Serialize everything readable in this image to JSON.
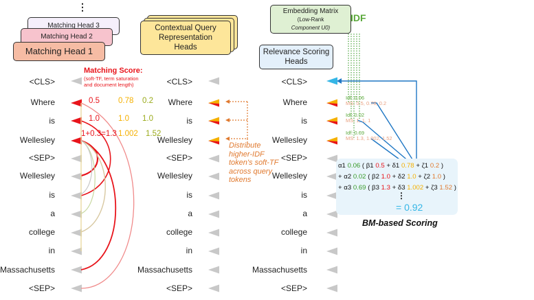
{
  "top_ellipsis": "⋮",
  "heads_left": [
    "Matching Head 3",
    "Matching Head 2",
    "Matching Head 1"
  ],
  "heads_mid": [
    "Contextual Query",
    "Representation",
    "Heads"
  ],
  "embedding": {
    "title": "Embedding Matrix",
    "sub1": "(Low-Rank",
    "sub2": "Component U0)"
  },
  "idf_label": "IDF",
  "relevance_heads": [
    "Relevance Scoring",
    "Heads"
  ],
  "tokens": [
    "<CLS>",
    "Where",
    "is",
    "Wellesley",
    "<SEP>",
    "Wellesley",
    "is",
    "a",
    "college",
    "in",
    "Massachusetts",
    "<SEP>"
  ],
  "matching_score": {
    "title": "Matching Score:",
    "line1": "(soft-TF, term saturation",
    "line2": "and document length)"
  },
  "scores": {
    "where": {
      "red": "0.5",
      "orange": "0.78",
      "olive": "0.2"
    },
    "is": {
      "red": "1.0",
      "orange": "1.0",
      "olive": "1.0"
    },
    "wellesley": {
      "red": "1+0.3=1.3",
      "orange": "1.002",
      "olive": "1.52"
    }
  },
  "distribute_text": [
    "Distribute",
    "higher-IDF",
    "token's soft-TF",
    "across query",
    "tokens"
  ],
  "right_annotations": {
    "where": {
      "idf": "Idf: 0.06",
      "ms": "MS: 0.5, 0.78, 0.2"
    },
    "is": {
      "idf": "Idf: 0.02",
      "ms": "MS: 1, 1, 1"
    },
    "wellesley": {
      "idf": "Idf: 0.69",
      "ms": "MS: 1.3, 1.002, 1.52"
    }
  },
  "formula": {
    "line1": [
      "α1",
      "0.06",
      "( β1",
      "0.5",
      "+ δ1",
      "0.78",
      "+ ζ1",
      "0.2",
      ")"
    ],
    "line2": [
      "+ α2",
      "0.02",
      "( β2",
      "1.0",
      "+ δ2",
      "1.0",
      "+ ζ2",
      "1.0",
      ")"
    ],
    "line3": [
      "+ α3",
      "0.69",
      "( β3",
      "1.3",
      "+ δ3",
      "1.002",
      "+ ζ3",
      "1.52",
      ")"
    ],
    "dots": "⋮",
    "result": "= 0.92",
    "caption": "BM-based Scoring"
  },
  "colors": {
    "red": "#e8141b",
    "orange": "#f5b000",
    "olive": "#9aaa1a",
    "green": "#3a9a2a",
    "blue": "#1f77c4",
    "cyan": "#35b6e6",
    "accent_orange": "#e07a30",
    "pink_box": "#f7c5c9",
    "salmon_box": "#f6bfa6",
    "lavender_box": "#f4eefa",
    "yellow_box": "#fde69a",
    "green_box": "#dff0d3",
    "blue_box": "#e4f0fb",
    "formula_bg": "#e8f4fb",
    "gray_tri": "#c8c8c8"
  }
}
